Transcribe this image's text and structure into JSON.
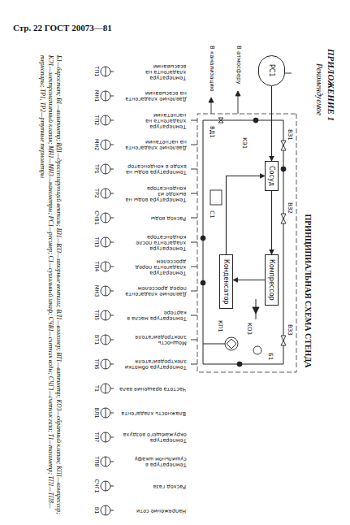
{
  "diagram": {
    "title": "ПРИНЦИПИАЛЬНАЯ СХЕМА СТЕНДА",
    "caption": "Б1—баростат; В1—вольтметр; ВД1—дросселирующий вентиль; ВЗ1—ВЗ3—запорные вентили; ВЛ1—влагомер; ВТ1—ваттметр; КО3—обратный клапан; КП1—компрессор; КЭ1—электромагнитный клапан; МН1—МН3—манометры; РС1—ресивер; С1—сушильный шкаф; СЧВ1—счетчик воды; СЧГ1—счетчик газа; Т1—тахометр; ТП1—ТП8—термопары; ТР1, ТР2—ртутные термометры",
    "nodes": [
      {
        "text": [
          "РС1"
        ]
      },
      {
        "text": [
          "Сосуд"
        ]
      },
      {
        "text": [
          "Компрессор"
        ]
      },
      {
        "text": [
          "Конденсатор"
        ]
      }
    ],
    "edges": [
      {
        "from": 0,
        "to": 1,
        "arrow": "to"
      },
      {
        "from": 1,
        "to": 2,
        "arrow": "to"
      },
      {
        "from": 2,
        "to": 3,
        "arrow": "to"
      },
      {
        "from": 3,
        "to": 1,
        "arrow": "to"
      }
    ],
    "labels": [
      "Стр. 22 ГОСТ 20073—81",
      "ПРИЛОЖЕНИЕ 1",
      "Рекомендуемое",
      "Температура хладагента на всасывании",
      "ТП1",
      "Давление хладагента на всасывании",
      "МН1",
      "Температура хладагента на нагнетании",
      "ТП2",
      "Давление хладагента на нагнетании",
      "МН2",
      "Температура воды на входе в конденсатор",
      "ТР1",
      "Температура воды на выходе из конденсатора",
      "ТР2",
      "Расход воды",
      "СЧВ1",
      "Температура хладагента после конденсатора",
      "ТП3",
      "Температура хладагента перед дросселем",
      "ТП4",
      "Давление хладагента перед дросселем",
      "МН3",
      "Температура масла в картере",
      "ТП5",
      "Мощность электродвигателя",
      "ВТ1",
      "Температура обмотки электродвигателя",
      "ТП6",
      "Частота вращения вала",
      "Т1",
      "Влажность хладагента",
      "ВЛ1",
      "Температура окружающего воздуха",
      "ТП7",
      "Температура в сушильном шкафу",
      "ТП8",
      "Расход газа",
      "СЧГ1",
      "Напряжение сети",
      "В1",
      "ВД1",
      "ВЗ1",
      "ВЗ2",
      "ВЗ3",
      "КО3",
      "КП1",
      "С1",
      "Б1",
      "КЭ1",
      "В атмосферу",
      "В канализацию"
    ]
  }
}
